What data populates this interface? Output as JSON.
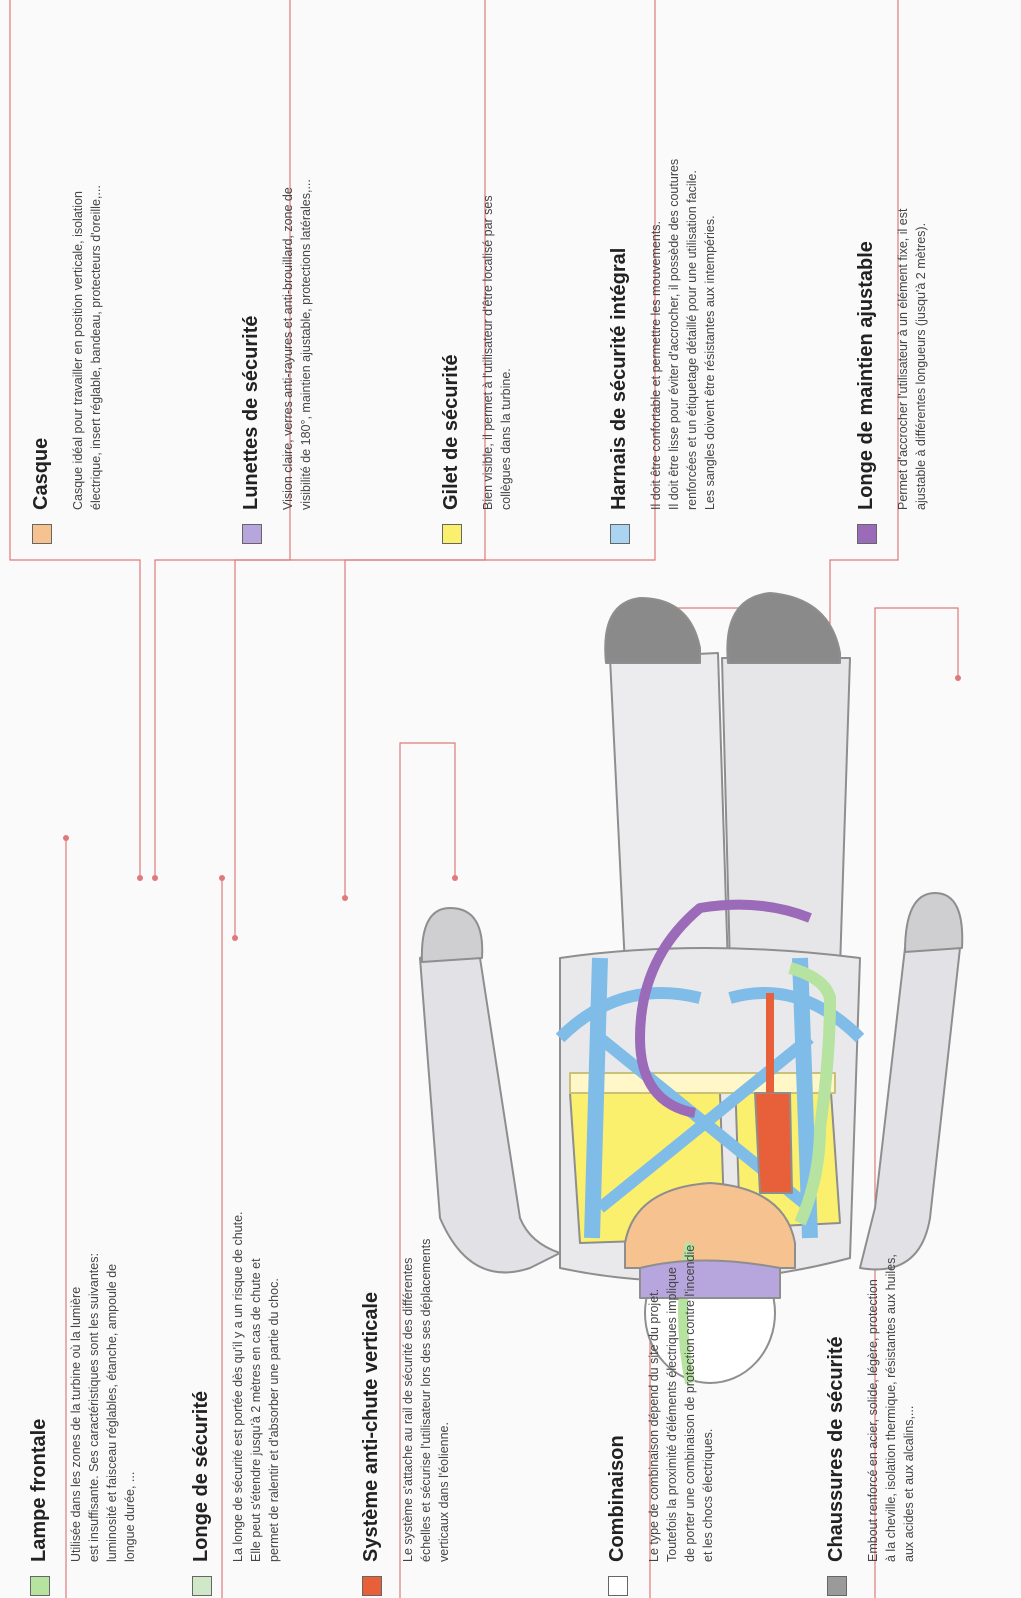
{
  "colors": {
    "leader": "#e07a7a",
    "swatch_orange": "#f6c290",
    "swatch_violet_light": "#b6a6dd",
    "swatch_yellow": "#fbf06e",
    "swatch_blue": "#a9d5f2",
    "swatch_purple": "#9b6ab8",
    "swatch_green": "#b6e3a0",
    "swatch_mint": "#cfe8c8",
    "swatch_red": "#e8603a",
    "swatch_white": "#ffffff",
    "swatch_gray": "#9a9a9a"
  },
  "sections": {
    "casque": {
      "title": "Casque",
      "lines": [
        "Casque idéal pour travailler en position verticale, isolation",
        "électrique, insert réglable, bandeau, protecteurs d'oreille,..."
      ]
    },
    "lunettes": {
      "title": "Lunettes de sécurité",
      "lines": [
        "Vision claire, verres anti-rayures et anti-brouillard, zone de",
        "visibilité de 180°, maintien ajustable, protections latérales,..."
      ]
    },
    "gilet": {
      "title": "Gilet de sécurité",
      "lines": [
        "Bien visible, il permet à l'utilisateur d'être localisé par ses",
        "collègues dans la turbine."
      ]
    },
    "harnais": {
      "title": "Harnais de sécurité intégral",
      "lines": [
        "Il doit être confortable et permettre les mouvements.",
        "Il doit être lisse pour éviter d'accrocher, il possède des coutures",
        "renforcées et un étiquetage détaillé pour une utilisation facile.",
        "Les sangles doivent être résistantes aux intempéries."
      ]
    },
    "longe_maintien": {
      "title": "Longe de maintien ajustable",
      "lines": [
        "Permet d'accrocher l'utilisateur à un élément fixe, il est",
        "ajustable à différentes longueurs (jusqu'à 2 mètres)."
      ]
    },
    "lampe": {
      "title": "Lampe frontale",
      "lines": [
        "Utilisée dans les zones de la turbine où la lumière",
        "est insuffisante. Ses caractéristiques sont les suivantes:",
        "luminosité et faisceau réglables, étanche, ampoule de",
        "longue durée, ..."
      ]
    },
    "longe_securite": {
      "title": "Longe de sécurité",
      "lines": [
        "La longe de sécurité est portée dès qu'il y a un risque de chute.",
        "Elle peut s'étendre jusqu'à 2 mètres en cas de chute et",
        "permet de ralentir et d'absorber une partie du choc."
      ]
    },
    "antichute": {
      "title": "Système anti-chute verticale",
      "lines": [
        "Le système s'attache au rail de sécurité des différentes",
        "échelles et sécurise l'utilisateur lors des ses déplacements",
        "verticaux dans l'éolienne."
      ]
    },
    "combinaison": {
      "title": "Combinaison",
      "lines": [
        "Le type de combinaison dépend du site du projet.",
        "Toutefois la proximité d'éléments électriques implique",
        "de porter une combinaison de protection contre l'incendie",
        "et les chocs électriques."
      ]
    },
    "chaussures": {
      "title": "Chaussures de sécurité",
      "lines": [
        "Embout renforcé en acier, solide, légère, protection",
        "à la cheville, isolation thermique, résistantes aux huiles,",
        "aux acides et aux alcalins,..."
      ]
    }
  }
}
